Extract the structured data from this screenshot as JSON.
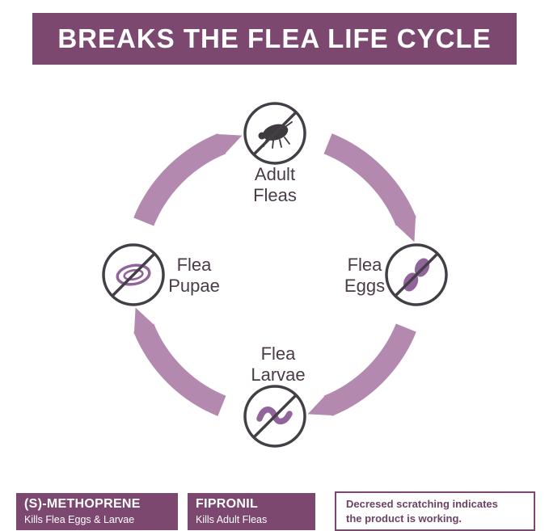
{
  "banner": {
    "title": "BREAKS THE FLEA LIFE CYCLE"
  },
  "cycle": {
    "stages": [
      {
        "id": "adult-fleas",
        "label": "Adult\nFleas"
      },
      {
        "id": "flea-eggs",
        "label": "Flea\nEggs"
      },
      {
        "id": "flea-larvae",
        "label": "Flea\nLarvae"
      },
      {
        "id": "flea-pupae",
        "label": "Flea\nPupae"
      }
    ],
    "direction": "clockwise"
  },
  "icons": {
    "adult_fleas": "crossed-out-flea-icon",
    "flea_eggs": "crossed-out-eggs-icon",
    "flea_larvae": "crossed-out-larva-icon",
    "flea_pupae": "crossed-out-pupa-icon",
    "arrow": "clockwise-arc-arrow"
  },
  "legend": {
    "methoprene": {
      "title": "(S)-METHOPRENE",
      "subtitle": "Kills Flea Eggs & Larvae"
    },
    "fipronil": {
      "title": "FIPRONIL",
      "subtitle": "Kills Adult Fleas"
    },
    "note": "Decresed scratching  indicates\nthe product is working."
  },
  "colors": {
    "banner_bg": "#7c4870",
    "arc": "#b389af",
    "icon_stroke": "#443e46",
    "purple": "#91659b",
    "flea": "#3e3a3e",
    "label_text": "#4a3b48",
    "note_text": "#6b4365"
  }
}
